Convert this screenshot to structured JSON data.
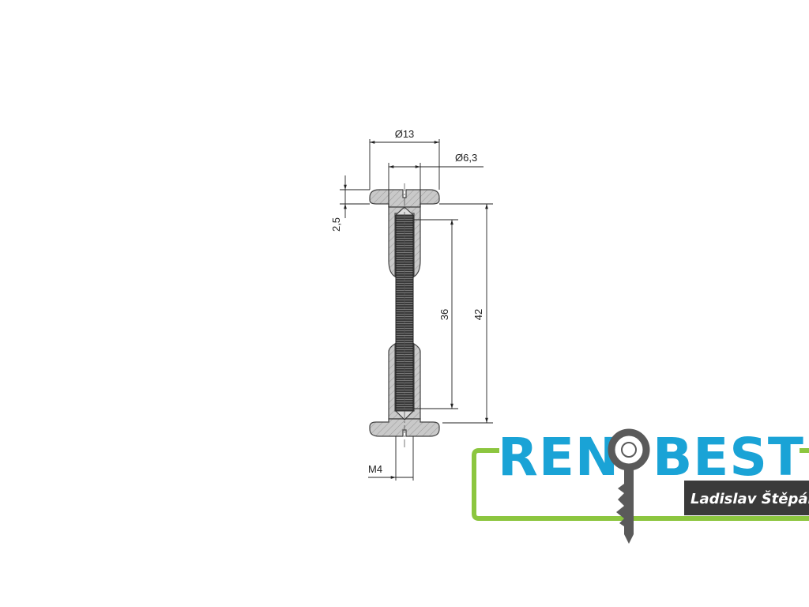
{
  "diagram": {
    "dimensions": {
      "head_diameter": "Ø13",
      "shank_diameter": "Ø6,3",
      "head_thickness": "2,5",
      "thread_length": "36",
      "total_length": "42",
      "thread_size": "M4"
    }
  },
  "logo": {
    "brand_left": "REN",
    "brand_right": "BEST",
    "owner_name": "Ladislav Štěpán",
    "colors": {
      "brand_blue": "#1aa3d6",
      "frame_green": "#8cc63f",
      "key_gray": "#5a5a5a",
      "name_box": "#3a3a3a"
    }
  }
}
